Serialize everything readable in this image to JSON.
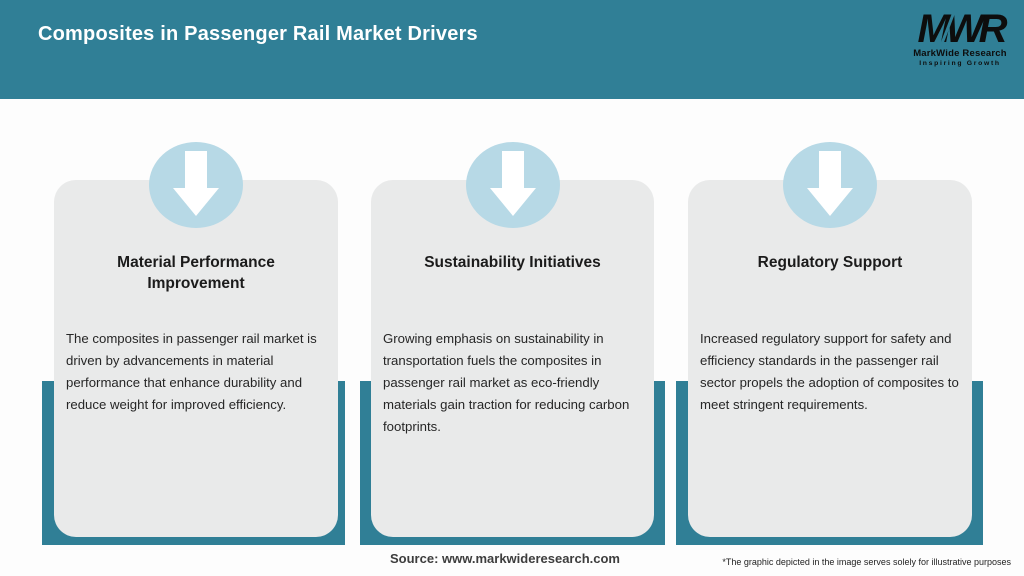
{
  "header": {
    "title": "Composites in Passenger Rail Market Drivers",
    "logo": {
      "monogram": "MWR",
      "name": "MarkWide Research",
      "tagline": "Inspiring Growth"
    }
  },
  "cards": [
    {
      "icon": "down-arrow-icon",
      "title": "Material Performance Improvement",
      "body": "The composites in passenger rail market is driven by advancements in material performance that enhance durability and reduce weight for improved efficiency."
    },
    {
      "icon": "down-arrow-icon",
      "title": "Sustainability Initiatives",
      "body": "Growing emphasis on sustainability in transportation fuels the composites in passenger rail market as eco-friendly materials gain traction for reducing carbon footprints."
    },
    {
      "icon": "down-arrow-icon",
      "title": "Regulatory Support",
      "body": "Increased regulatory support for safety and efficiency standards in the passenger rail sector propels the adoption of composites to meet stringent requirements."
    }
  ],
  "footer": {
    "source": "Source: www.markwideresearch.com",
    "disclaimer": "*The graphic depicted in the image serves solely for illustrative purposes"
  },
  "colors": {
    "teal": "#307f96",
    "icon_circle": "#b7d9e6",
    "card_background": "#e9eaea",
    "header_title_text": "#ffffff",
    "logo_text": "#0d0d0d"
  }
}
